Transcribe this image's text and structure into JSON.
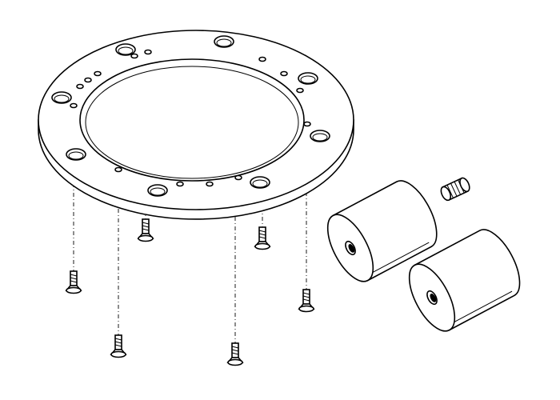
{
  "colors": {
    "line": "#000000",
    "background": "#ffffff"
  },
  "components": {
    "ring": "mounting-flange-ring",
    "screws": 6,
    "cylinders": 2,
    "set_screw": 1
  }
}
